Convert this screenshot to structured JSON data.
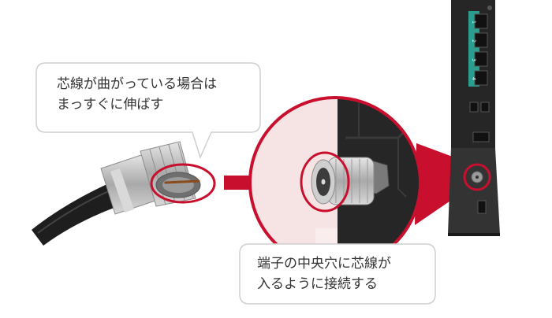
{
  "callouts": {
    "top": {
      "line1": "芯線が曲がっている場合は",
      "line2": "まっすぐに伸ばす"
    },
    "bottom": {
      "line1": "端子の中央穴に芯線が",
      "line2": "入るように接続する"
    }
  },
  "router": {
    "port_labels": [
      "1",
      "2",
      "3",
      "4"
    ]
  },
  "colors": {
    "highlight": "#c8102e",
    "magnifier_background": "#f6e4e4",
    "device_body": "#262626",
    "cable": "#1e1e1e",
    "metal": "#bcbcbc",
    "core_wire": "#8a4a1c",
    "port_label_bg": "#2a9d8f",
    "callout_border": "#cfcfcf"
  },
  "icons": {
    "arrow": "arrow-right-icon"
  }
}
